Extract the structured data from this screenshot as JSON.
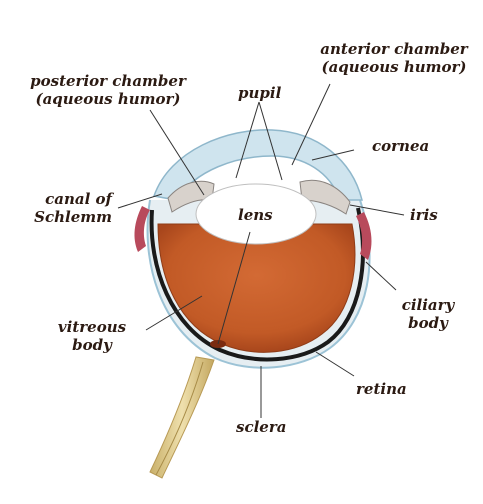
{
  "labels": {
    "anterior_chamber": {
      "line1": "anterior chamber",
      "line2": "(aqueous humor)"
    },
    "posterior_chamber": {
      "line1": "posterior chamber",
      "line2": "(aqueous humor)"
    },
    "pupil": "pupil",
    "cornea": "cornea",
    "canal_of_schlemm": {
      "line1": "canal of",
      "line2": "Schlemm"
    },
    "lens": "lens",
    "iris": "iris",
    "ciliary_body": {
      "line1": "ciliary",
      "line2": "body"
    },
    "vitreous_body": {
      "line1": "vitreous",
      "line2": "body"
    },
    "retina": "retina",
    "sclera": "sclera"
  },
  "colors": {
    "vitreous": "#c85f2a",
    "vitreous_dark": "#9a3f18",
    "cornea": "#cfe4ee",
    "sclera_outline": "#9cc3d6",
    "retina": "#1a1a1a",
    "ciliary": "#b84a5c",
    "optic_nerve": "#d9c58c",
    "label_text": "#2b1a12",
    "leader_line": "#333333"
  }
}
